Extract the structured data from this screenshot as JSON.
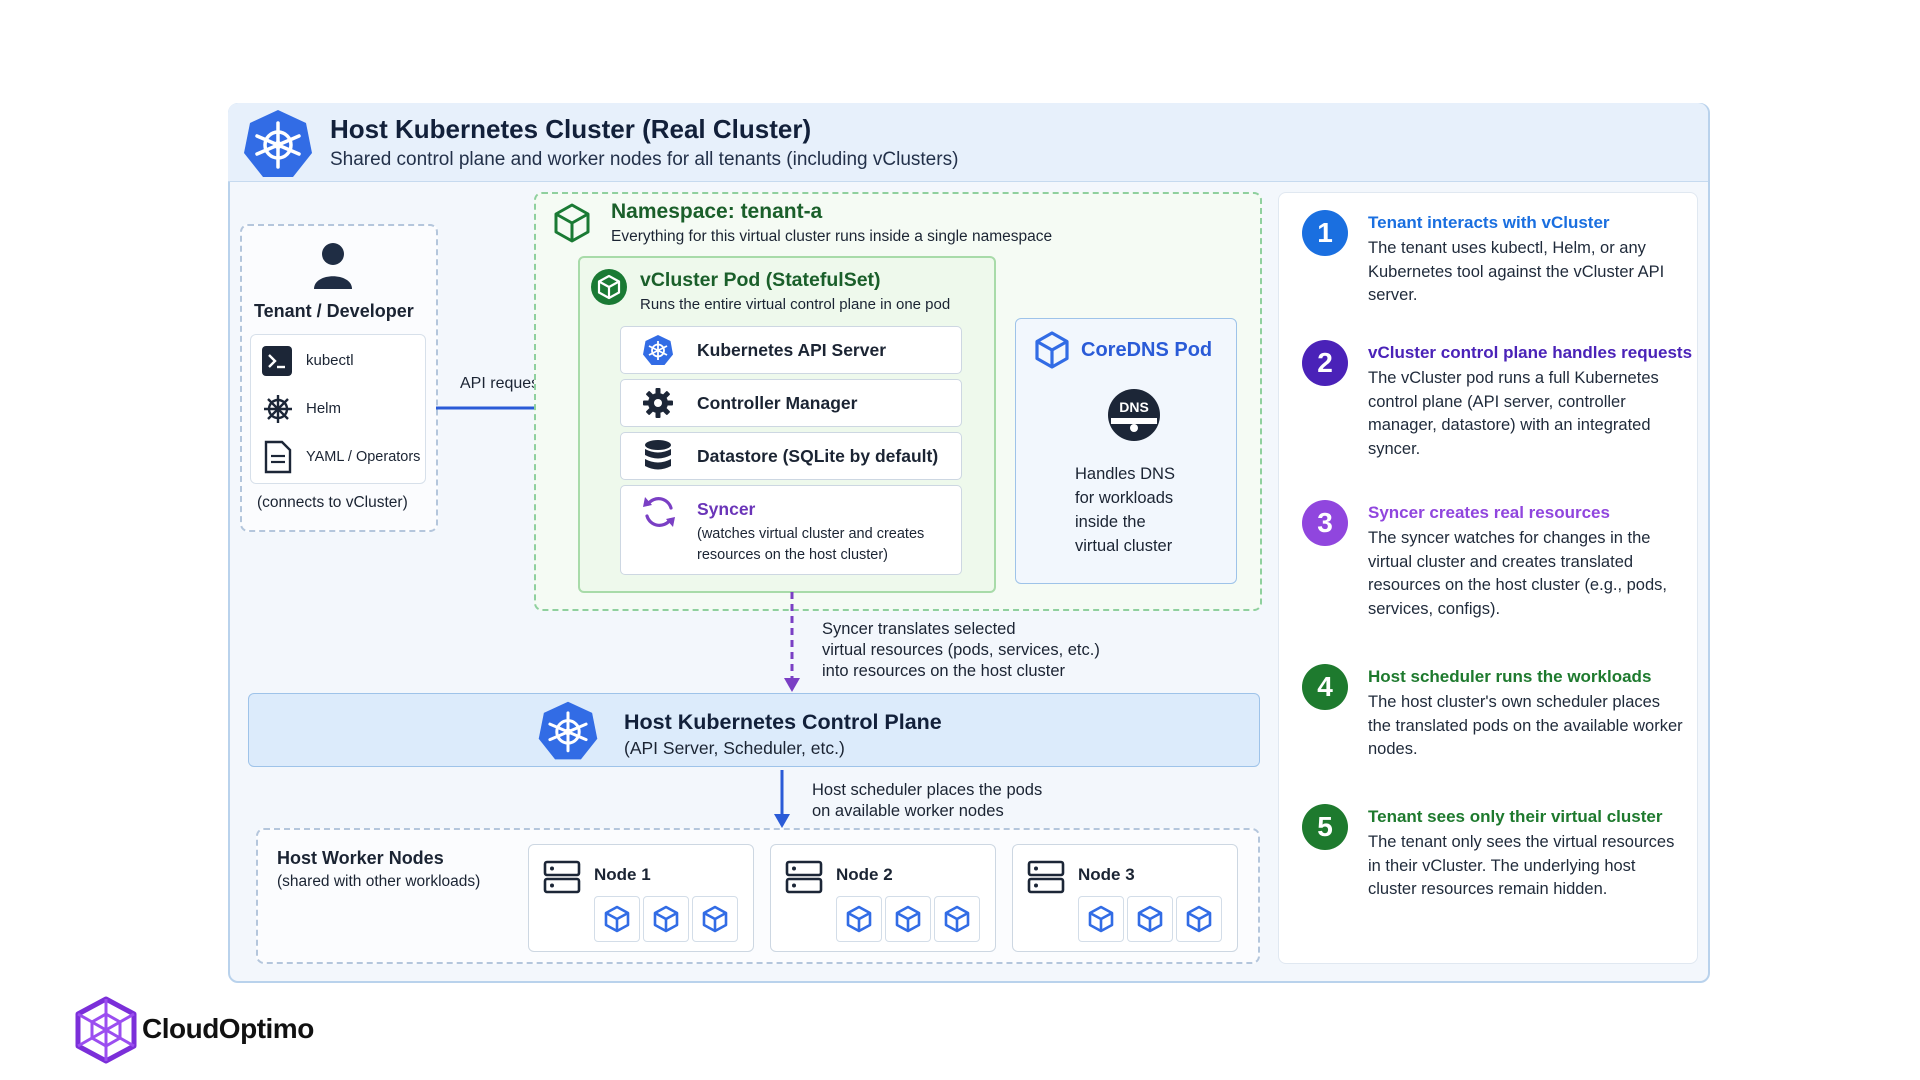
{
  "colors": {
    "k8s_blue": "#326ce5",
    "green": "#1a7a34",
    "purple": "#5b2bb5",
    "violet": "#8a45d6",
    "dark_green": "#1f6e2c",
    "arrow_blue": "#2a5bd7",
    "arrow_purple": "#7a3fc4"
  },
  "host": {
    "title": "Host Kubernetes Cluster (Real Cluster)",
    "subtitle": "Shared control plane and worker nodes for all tenants (including vClusters)",
    "icon": "kubernetes-helm-wheel-icon"
  },
  "tenant": {
    "title": "Tenant / Developer",
    "icon": "user-icon",
    "tools": [
      {
        "label": "kubectl",
        "icon": "terminal-icon"
      },
      {
        "label": "Helm",
        "icon": "helm-wheel-icon"
      },
      {
        "label": "YAML / Operators",
        "icon": "document-icon"
      }
    ],
    "note": "(connects to vCluster)",
    "arrow_label": "API requests"
  },
  "namespace": {
    "title": "Namespace: tenant-a",
    "subtitle": "Everything for this virtual cluster runs inside a single namespace",
    "icon": "cube-icon"
  },
  "vcluster_pod": {
    "title": "vCluster Pod (StatefulSet)",
    "subtitle": "Runs the entire virtual control plane in one pod",
    "icon": "cube-icon",
    "components": [
      {
        "label": "Kubernetes API Server",
        "icon": "kubernetes-wheel-icon"
      },
      {
        "label": "Controller Manager",
        "icon": "gear-icon"
      },
      {
        "label": "Datastore (SQLite by default)",
        "icon": "database-icon"
      }
    ],
    "syncer": {
      "label": "Syncer",
      "desc_line1": "(watches virtual cluster and creates",
      "desc_line2": "resources on the host cluster)",
      "icon": "sync-icon"
    }
  },
  "coredns": {
    "title": "CoreDNS Pod",
    "badge": "DNS",
    "desc_lines": [
      "Handles DNS",
      "for workloads",
      "inside the",
      "virtual cluster"
    ]
  },
  "syncer_arrow_lines": [
    "Syncer translates selected",
    "virtual resources (pods, services, etc.)",
    "into resources on the host cluster"
  ],
  "control_plane": {
    "title": "Host Kubernetes Control Plane",
    "subtitle": "(API Server, Scheduler, etc.)"
  },
  "scheduler_arrow_lines": [
    "Host scheduler places the pods",
    "on available worker nodes"
  ],
  "workers": {
    "title": "Host Worker Nodes",
    "subtitle": "(shared with other workloads)",
    "nodes": [
      "Node 1",
      "Node 2",
      "Node 3"
    ]
  },
  "steps": [
    {
      "num": "1",
      "title": "Tenant interacts with vCluster",
      "desc": "The tenant uses kubectl, Helm, or any Kubernetes tool against the vCluster API server."
    },
    {
      "num": "2",
      "title": "vCluster control plane handles requests",
      "desc": "The vCluster pod runs a full Kubernetes control plane (API server, controller manager, datastore) with an integrated syncer."
    },
    {
      "num": "3",
      "title": "Syncer creates real resources",
      "desc": "The syncer watches for changes in the virtual cluster and creates translated resources on the host cluster (e.g., pods, services, configs)."
    },
    {
      "num": "4",
      "title": "Host scheduler runs the workloads",
      "desc": "The host cluster's own scheduler places the translated pods on the available worker nodes."
    },
    {
      "num": "5",
      "title": "Tenant sees only their virtual cluster",
      "desc": "The tenant only sees the virtual resources in their vCluster. The underlying host cluster resources remain hidden."
    }
  ],
  "brand": {
    "name": "CloudOptimo"
  }
}
